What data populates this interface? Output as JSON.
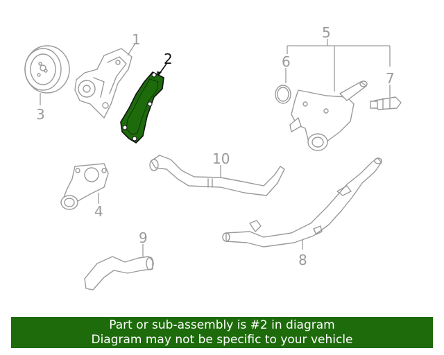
{
  "callouts": {
    "c1": "1",
    "c2": "2",
    "c3": "3",
    "c4": "4",
    "c5": "5",
    "c6": "6",
    "c7": "7",
    "c8": "8",
    "c9": "9",
    "c10": "10"
  },
  "highlight": {
    "part": "2",
    "color": "#1e6b0c"
  },
  "banner": {
    "line1": "Part or sub-assembly is #2 in diagram",
    "line2": "Diagram may not be specific to your vehicle",
    "background": "#1e6b0c"
  }
}
